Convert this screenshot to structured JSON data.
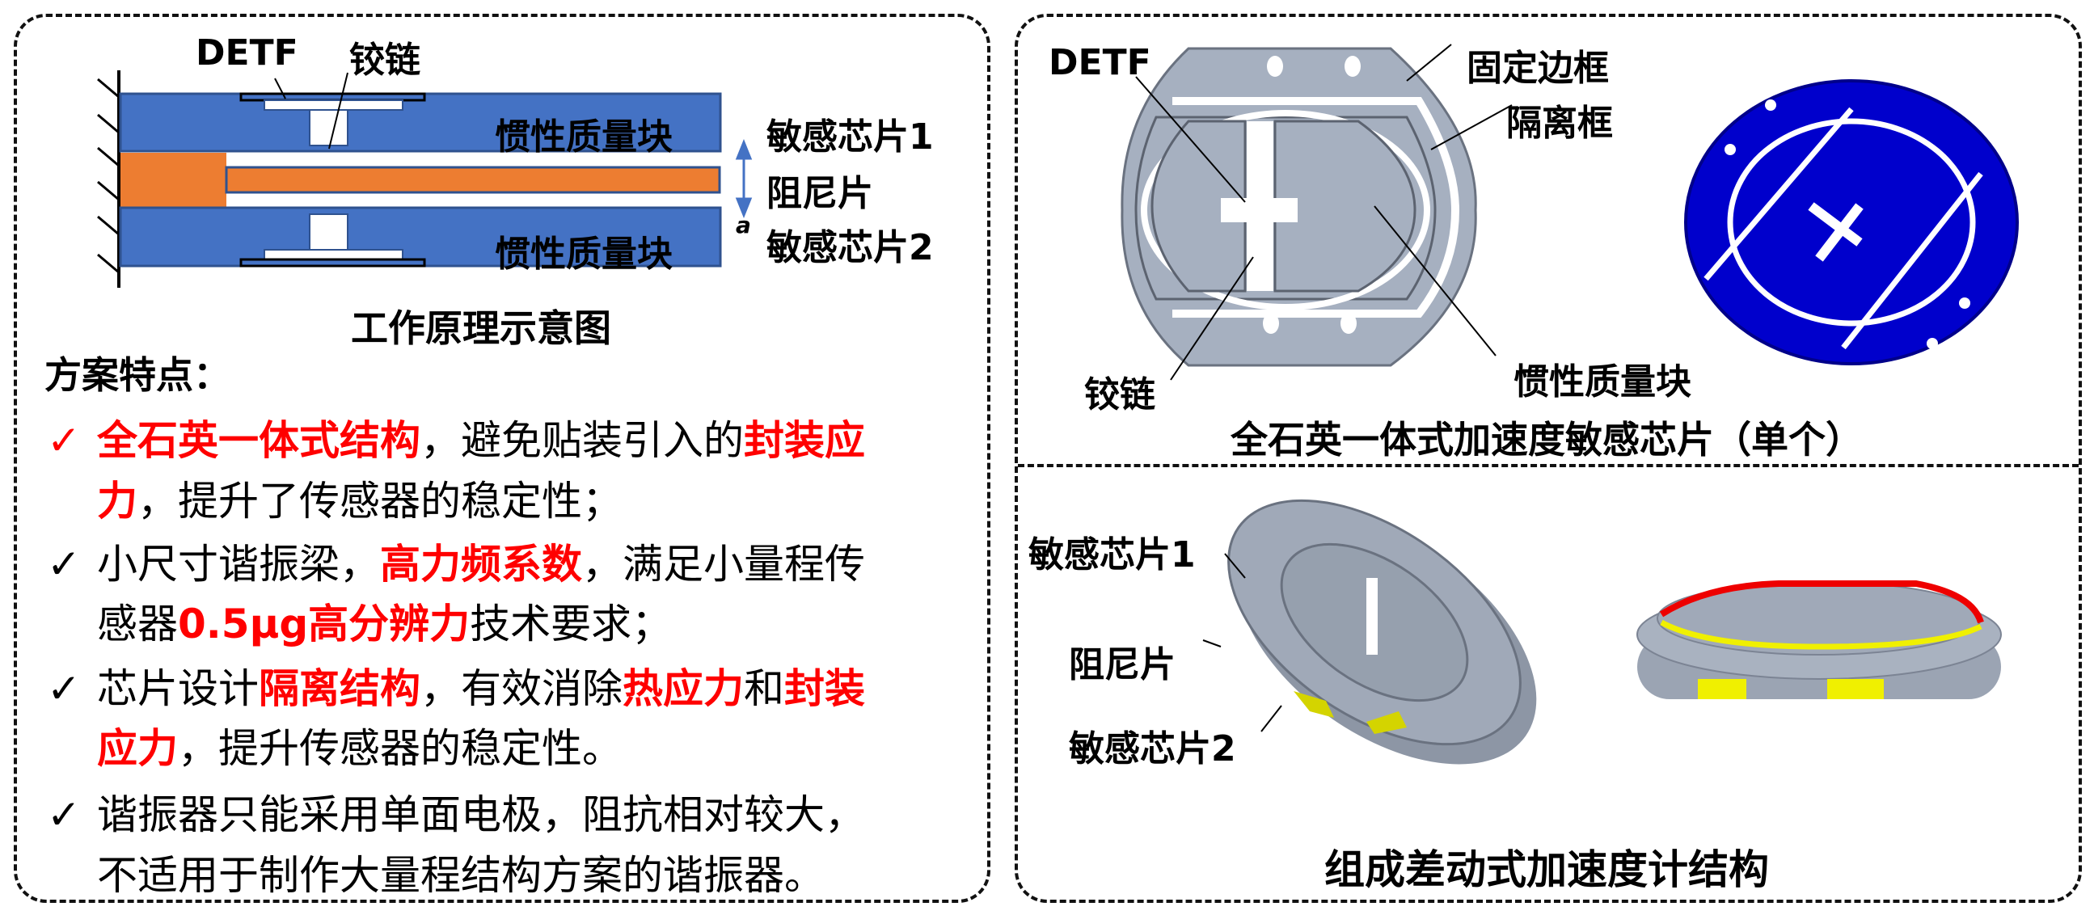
{
  "left": {
    "schematic": {
      "detf": "DETF",
      "hinge": "铰链",
      "mass_top": "惯性质量块",
      "mass_bottom": "惯性质量块",
      "chip1": "敏感芯片1",
      "damper": "阻尼片",
      "chip2": "敏感芯片2",
      "accel": "a"
    },
    "schematic_title": "工作原理示意图",
    "features_title": "方案特点：",
    "bullets": [
      {
        "check": "✓",
        "color": "#ff0000",
        "lines": [
          [
            "全石英一体式结构",
            "，避免贴装引入的",
            "封装应"
          ],
          [
            "力",
            "，提升了传感器的稳定性；"
          ]
        ]
      },
      {
        "check": "✓",
        "lines": [
          [
            "小尺寸谐振梁，",
            "高力频系数",
            "，满足小量程传"
          ],
          [
            "感器",
            "0.5μg高分辨力",
            "技术要求；"
          ]
        ]
      },
      {
        "check": "✓",
        "lines": [
          [
            "芯片设计",
            "隔离结构",
            "，有效消除",
            "热应力",
            "和",
            "封装"
          ],
          [
            "应力",
            "，提升传感器的稳定性。"
          ]
        ]
      },
      {
        "check": "✓",
        "lines": [
          [
            "谐振器只能采用单面电极，阻抗相对较大，"
          ],
          [
            "不适用于制作大量程结构方案的谐振器。"
          ]
        ]
      }
    ]
  },
  "right_top": {
    "detf": "DETF",
    "fixed_frame": "固定边框",
    "isolation_frame": "隔离框",
    "hinge": "铰链",
    "mass": "惯性质量块",
    "caption": "全石英一体式加速度敏感芯片（单个）"
  },
  "right_bottom": {
    "chip1": "敏感芯片1",
    "damper": "阻尼片",
    "chip2": "敏感芯片2",
    "caption": "组成差动式加速度计结构"
  },
  "colors": {
    "mass_blue": "#4472c4",
    "damper_orange": "#ed7d31",
    "quartz_gray": "#a6b0c0",
    "chip_blue": "#0000cc",
    "highlight_red": "#ff0000",
    "electrode_yellow": "#f0f000"
  }
}
